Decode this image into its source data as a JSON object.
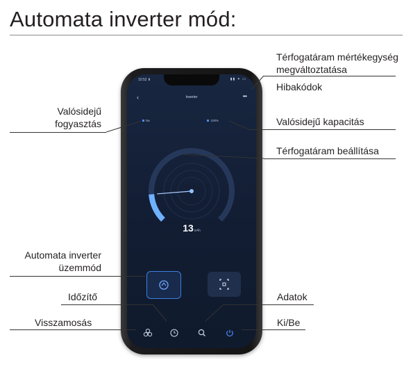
{
  "title": "Automata inverter mód:",
  "phone_screen": {
    "status_time": "10:52 ⬆",
    "status_icons": "▮▮ ✦ ▭",
    "screen_title": "Inverter",
    "consumption_value": "0w",
    "capacity_value": "100%",
    "flow_value": "13",
    "flow_unit": "m³/h",
    "flow_fraction": 0.15,
    "accent_color": "#4d8dff"
  },
  "annotations": {
    "flow_unit_change": "Térfogatáram mértékegység megváltoztatása",
    "flow_unit_change_l1": "Térfogatáram mértékegység",
    "flow_unit_change_l2": "megváltoztatása",
    "error_codes": "Hibakódok",
    "realtime_consumption_l1": "Valósidejű",
    "realtime_consumption_l2": "fogyasztás",
    "realtime_capacity": "Valósidejű kapacitás",
    "flow_setting": "Térfogatáram beállítása",
    "auto_mode_l1": "Automata inverter",
    "auto_mode_l2": "üzemmód",
    "timer": "Időzítő",
    "data": "Adatok",
    "backwash": "Visszamosás",
    "power": "Ki/Be"
  }
}
